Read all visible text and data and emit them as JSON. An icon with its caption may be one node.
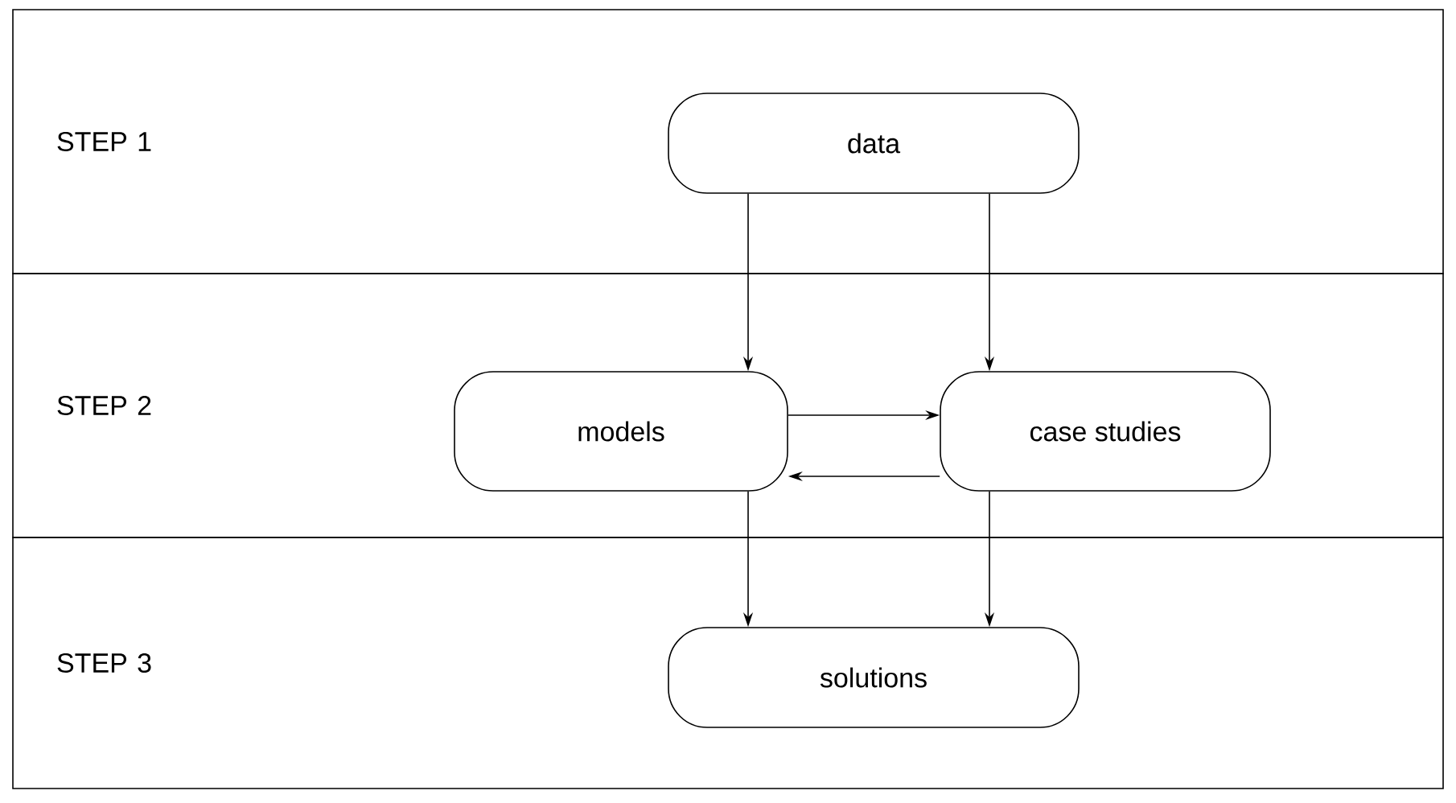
{
  "diagram": {
    "nodes": [
      {
        "text": [
          "STEP 1"
        ]
      },
      {
        "text": [
          "STEP 2"
        ]
      },
      {
        "text": [
          "STEP 3"
        ]
      },
      {
        "text": [
          "data"
        ],
        "in": 0
      },
      {
        "text": [
          "models"
        ],
        "in": 1
      },
      {
        "text": [
          "case studies"
        ],
        "in": 1
      },
      {
        "text": [
          "solutions"
        ],
        "in": 2
      }
    ],
    "edges": [
      {
        "from": 3,
        "to": 4,
        "arrow": "to"
      },
      {
        "from": 3,
        "to": 5,
        "arrow": "to"
      },
      {
        "from": 4,
        "to": 5,
        "arrow": "to"
      },
      {
        "from": 5,
        "to": 4,
        "arrow": "to"
      },
      {
        "from": 4,
        "to": 6,
        "arrow": "to"
      },
      {
        "from": 5,
        "to": 6,
        "arrow": "to"
      }
    ]
  }
}
